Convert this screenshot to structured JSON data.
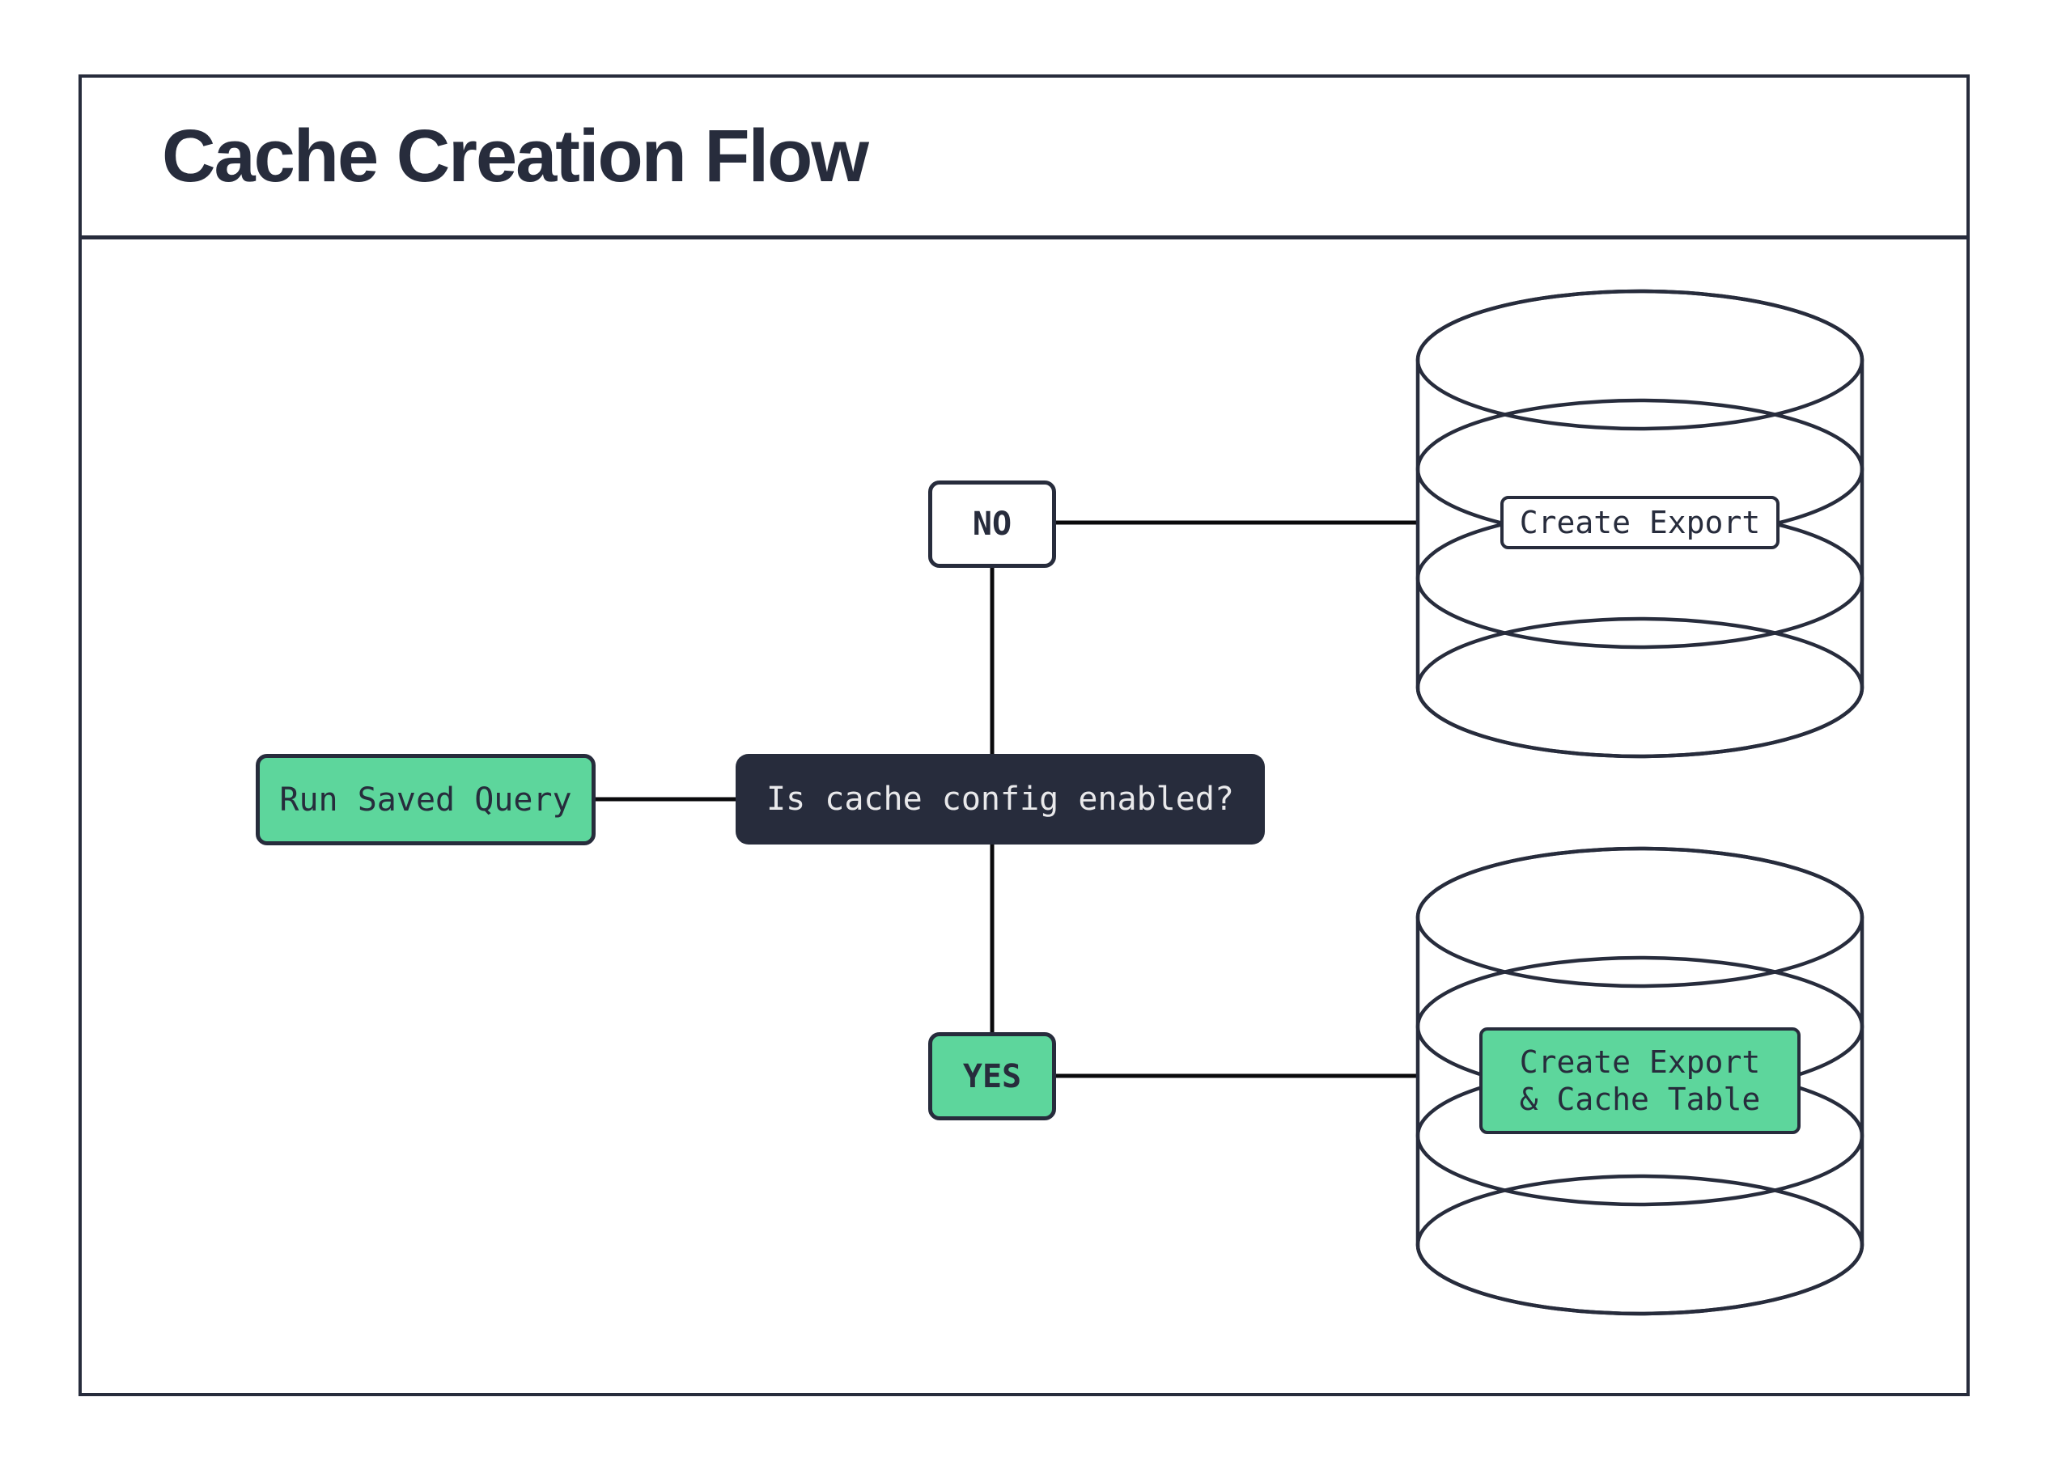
{
  "title": "Cache Creation Flow",
  "colors": {
    "navy": "#272C3C",
    "green": "#5DD69C",
    "decision_text": "#E9E9EB",
    "connector": "#0A0A0C",
    "background": "#FFFFFF"
  },
  "flow": {
    "start": {
      "label": "Run Saved Query"
    },
    "decision": {
      "label": "Is cache config enabled?"
    },
    "branch_no": {
      "label": "NO"
    },
    "branch_yes": {
      "label": "YES"
    },
    "no_result": {
      "label": "Create Export"
    },
    "yes_result": {
      "line1": "Create Export",
      "line2": "& Cache Table"
    }
  }
}
